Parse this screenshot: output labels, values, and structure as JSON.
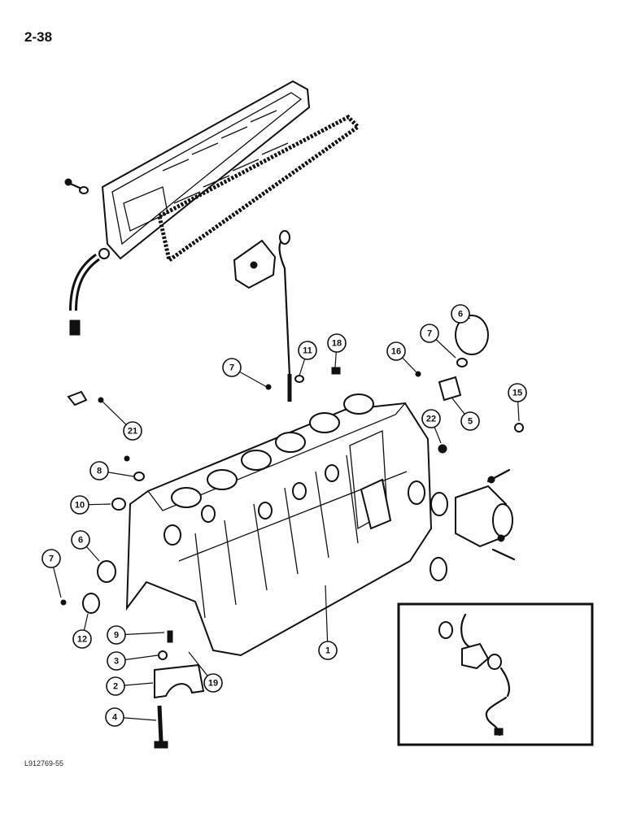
{
  "page_number": "2-38",
  "document_code": "L912769-55",
  "callouts": [
    "7",
    "11",
    "18",
    "16",
    "6",
    "7",
    "15",
    "21",
    "22",
    "5",
    "8",
    "10",
    "6",
    "7",
    "12",
    "9",
    "3",
    "2",
    "4",
    "19",
    "1"
  ]
}
